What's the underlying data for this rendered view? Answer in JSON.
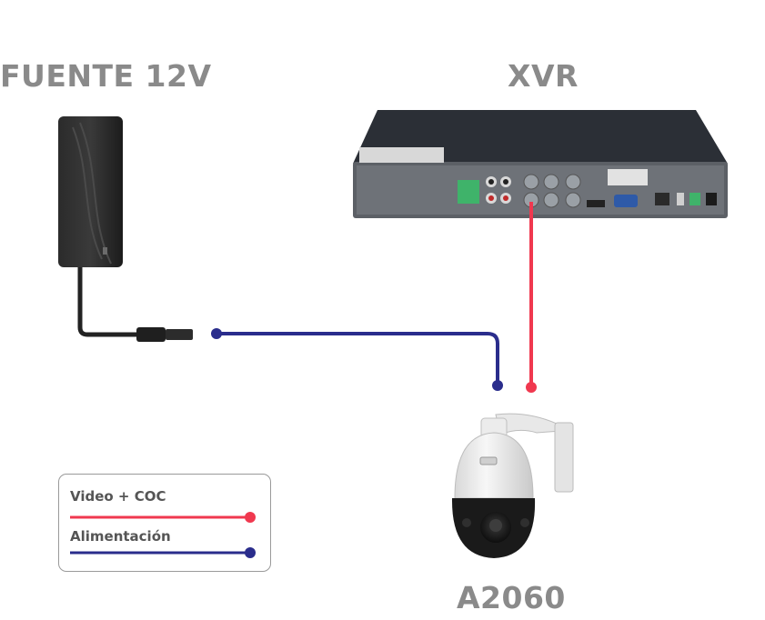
{
  "labels": {
    "power_supply": "FUENTE 12V",
    "recorder": "XVR",
    "camera": "A2060"
  },
  "legend": {
    "items": [
      {
        "label": "Video + COC",
        "color": "#f0384f"
      },
      {
        "label": "Alimentación",
        "color": "#2a2d8c"
      }
    ]
  },
  "colors": {
    "video_line": "#f0384f",
    "power_line": "#2a2d8c",
    "label_gray": "#8a8a8a"
  }
}
